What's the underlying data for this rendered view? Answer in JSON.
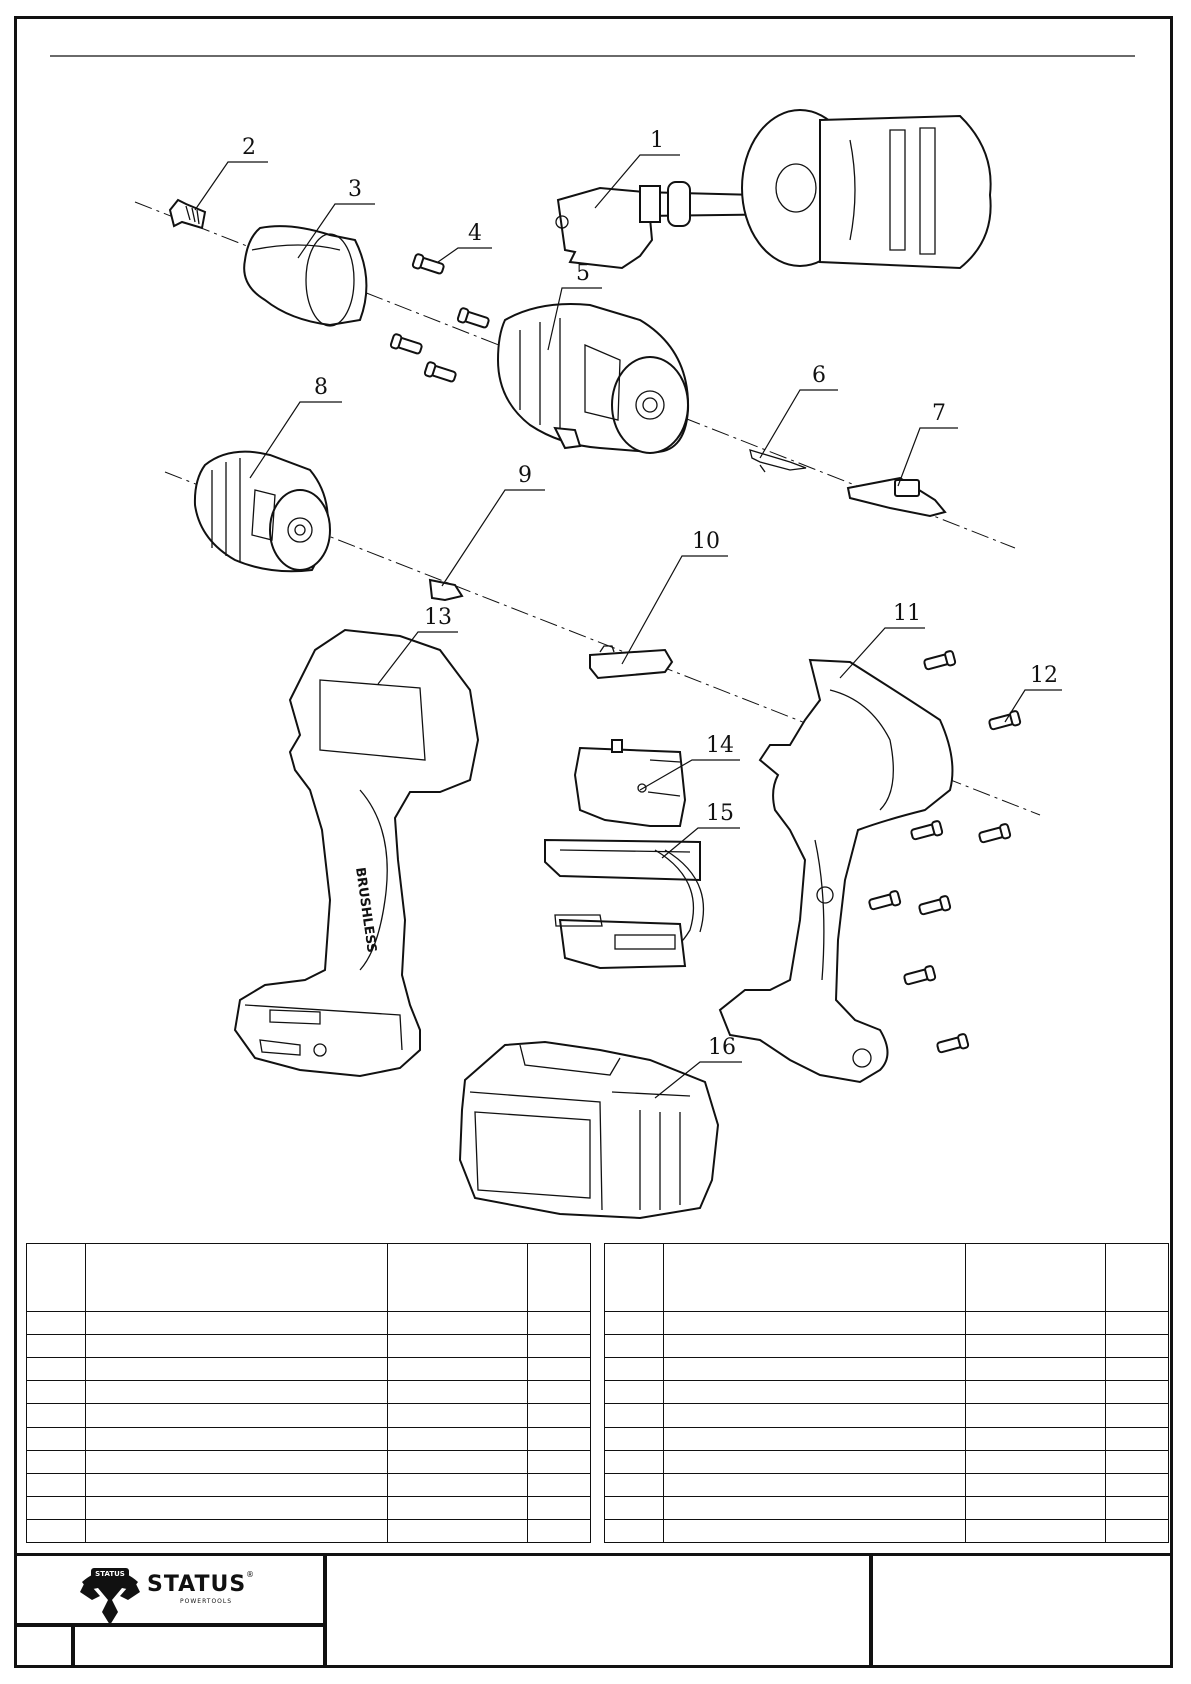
{
  "brand": {
    "name": "STATUS",
    "registered_mark": "®",
    "tagline": "POWERTOOLS",
    "badge_text": "STATUS"
  },
  "callouts": [
    "1",
    "2",
    "3",
    "4",
    "5",
    "6",
    "7",
    "8",
    "9",
    "10",
    "11",
    "12",
    "13",
    "14",
    "15",
    "16"
  ],
  "handle_marking": "BRUSHLESS",
  "parts_table": {
    "header_cells": [
      "",
      "",
      "",
      ""
    ],
    "row_count": 10,
    "columns_per_half": 4
  },
  "title_block": {
    "left_small_cell": "",
    "left_wide_cell": "",
    "center_cell": "",
    "right_cell": ""
  }
}
